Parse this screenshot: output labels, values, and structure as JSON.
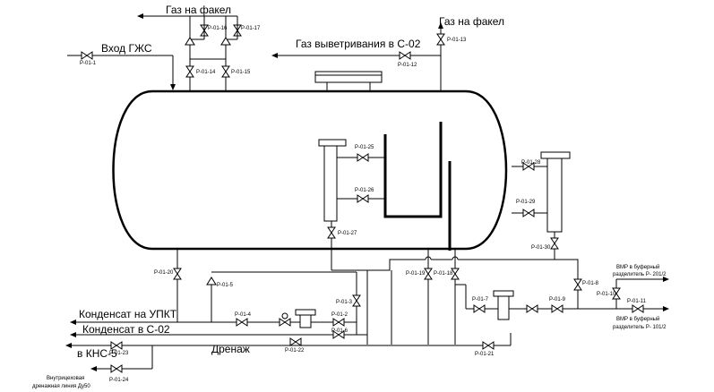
{
  "lines": {
    "inlet_gzhs": "Вход ГЖС",
    "gas_flare_left": "Газ на факел",
    "gas_flare_right": "Газ на факел",
    "weathering_gas": "Газ выветривания в С-02",
    "condensate_upkt": "Конденсат на УПКТ",
    "condensate_s02": "Конденсат в С-02",
    "to_kns5": "в КНС-5",
    "drainage": "Дренаж",
    "internal_drain_line_1": "Внутрицеховая",
    "internal_drain_line_2": "дренажная линия Ду50",
    "vmr_p2012_line_1": "ВМР в буферный",
    "vmr_p2012_line_2": "разделитель Р- 201/2",
    "vmr_p1012_line_1": "ВМР в буферный",
    "vmr_p1012_line_2": "разделитель Р- 101/2"
  },
  "valves": {
    "p01_1": "Р-01-1",
    "p01_2": "Р-01-2",
    "p01_3": "Р-01-3",
    "p01_4": "Р-01-4",
    "p01_5": "Р-01-5",
    "p01_6": "Р-01-6",
    "p01_7": "Р-01-7",
    "p01_8": "Р-01-8",
    "p01_9": "Р-01-9",
    "p01_10": "Р-01-10",
    "p01_11": "Р-01-11",
    "p01_12": "Р-01-12",
    "p01_13": "Р-01-13",
    "p01_14": "Р-01-14",
    "p01_15": "Р-01-15",
    "p01_16": "Р-01-16",
    "p01_17": "Р-01-17",
    "p01_18": "Р-01-18",
    "p01_19": "Р-01-19",
    "p01_20": "Р-01-20",
    "p01_21": "Р-01-21",
    "p01_22": "Р-01-22",
    "p01_23": "Р-01-23",
    "p01_24": "Р-01-24",
    "p01_25": "Р-01-25",
    "p01_26": "Р-01-26",
    "p01_27": "Р-01-27",
    "p01_28": "Р-01-28",
    "p01_29": "Р-01-29",
    "p01_30": "Р-01-30"
  }
}
